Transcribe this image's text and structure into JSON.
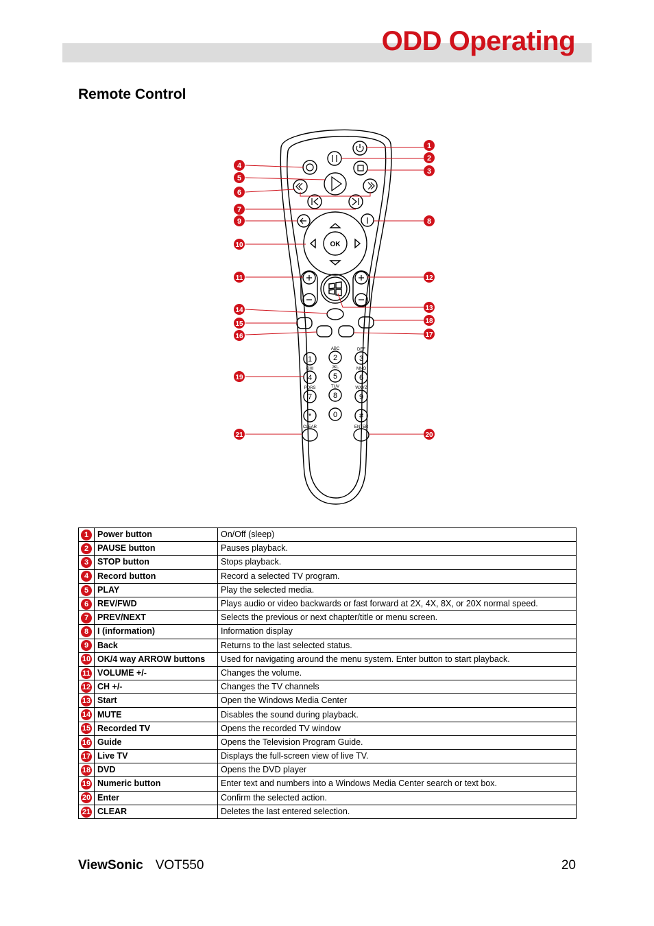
{
  "header": {
    "title": "ODD Operating"
  },
  "section": {
    "title": "Remote Control"
  },
  "remote": {
    "key_labels": {
      "abc": "ABC",
      "def": "DEF",
      "ghi": "GHI",
      "jkl": "JKL",
      "mno": "MNO",
      "pqrs": "PQRS",
      "tuv": "TUV",
      "wxyz": "WXYZ",
      "clear": "CLEAR",
      "enter": "ENTER",
      "ok": "OK"
    },
    "digits": [
      "1",
      "2",
      "3",
      "4",
      "5",
      "6",
      "7",
      "8",
      "9",
      "0",
      "*",
      "#"
    ]
  },
  "callouts": [
    "1",
    "2",
    "3",
    "4",
    "5",
    "6",
    "7",
    "8",
    "9",
    "10",
    "11",
    "12",
    "13",
    "14",
    "15",
    "16",
    "17",
    "18",
    "19",
    "20",
    "21"
  ],
  "legend": [
    {
      "num": "1",
      "name": "Power button",
      "desc": "On/Off (sleep)"
    },
    {
      "num": "2",
      "name": "PAUSE button",
      "desc": "Pauses playback."
    },
    {
      "num": "3",
      "name": "STOP button",
      "desc": "Stops playback."
    },
    {
      "num": "4",
      "name": "Record button",
      "desc": "Record a selected TV program."
    },
    {
      "num": "5",
      "name": "PLAY",
      "desc": "Play the selected media."
    },
    {
      "num": "6",
      "name": "REV/FWD",
      "desc": "Plays audio or video backwards or fast forward at 2X, 4X, 8X, or 20X normal speed."
    },
    {
      "num": "7",
      "name": "PREV/NEXT",
      "desc": "Selects the previous or next chapter/title or menu screen."
    },
    {
      "num": "8",
      "name": "I (information)",
      "desc": "Information display"
    },
    {
      "num": "9",
      "name": "Back",
      "desc": "Returns to the last selected status."
    },
    {
      "num": "10",
      "name": "OK/4 way ARROW buttons",
      "desc": "Used for navigating around the menu system. Enter button to start playback."
    },
    {
      "num": "11",
      "name": "VOLUME +/-",
      "desc": "Changes the volume."
    },
    {
      "num": "12",
      "name": "CH +/-",
      "desc": "Changes the TV channels"
    },
    {
      "num": "13",
      "name": "Start",
      "desc": "Open the Windows Media Center"
    },
    {
      "num": "14",
      "name": "MUTE",
      "desc": "Disables the sound during playback."
    },
    {
      "num": "15",
      "name": "Recorded TV",
      "desc": "Opens the recorded TV window"
    },
    {
      "num": "16",
      "name": "Guide",
      "desc": "Opens the Television Program Guide."
    },
    {
      "num": "17",
      "name": "Live TV",
      "desc": "Displays the full-screen view of live TV."
    },
    {
      "num": "18",
      "name": "DVD",
      "desc": "Opens the DVD player"
    },
    {
      "num": "19",
      "name": "Numeric button",
      "desc": "Enter text and numbers into a Windows Media Center search or text box."
    },
    {
      "num": "20",
      "name": "Enter",
      "desc": "Confirm the selected action."
    },
    {
      "num": "21",
      "name": "CLEAR",
      "desc": "Deletes the last entered selection."
    }
  ],
  "footer": {
    "brand": "ViewSonic",
    "model": "VOT550",
    "page": "20"
  }
}
